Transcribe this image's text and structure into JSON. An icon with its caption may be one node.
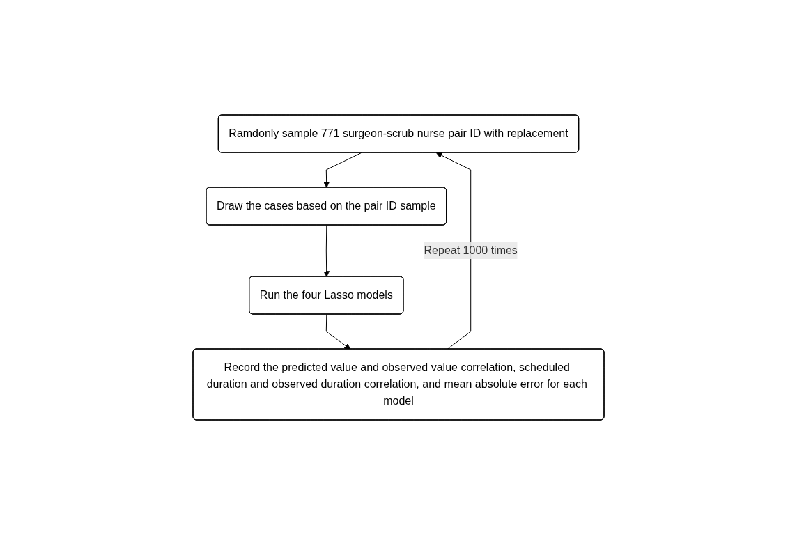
{
  "diagram": {
    "nodes": [
      {
        "text": [
          "Ramdonly sample 771 surgeon-scrub nurse pair ID with replacement"
        ]
      },
      {
        "text": [
          "Draw the cases based on the pair ID sample"
        ]
      },
      {
        "text": [
          "Run the four Lasso models"
        ]
      },
      {
        "text": [
          "Record the predicted value and observed value correlation, scheduled duration and observed duration correlation, and mean absolute error for each model"
        ]
      }
    ],
    "edges": [
      {
        "from": 0,
        "to": 1,
        "arrow": "to"
      },
      {
        "from": 1,
        "to": 2,
        "arrow": "to"
      },
      {
        "from": 2,
        "to": 3,
        "arrow": "to"
      },
      {
        "from": 3,
        "to": 0,
        "arrow": "to",
        "label": "Repeat 1000 times"
      }
    ]
  }
}
